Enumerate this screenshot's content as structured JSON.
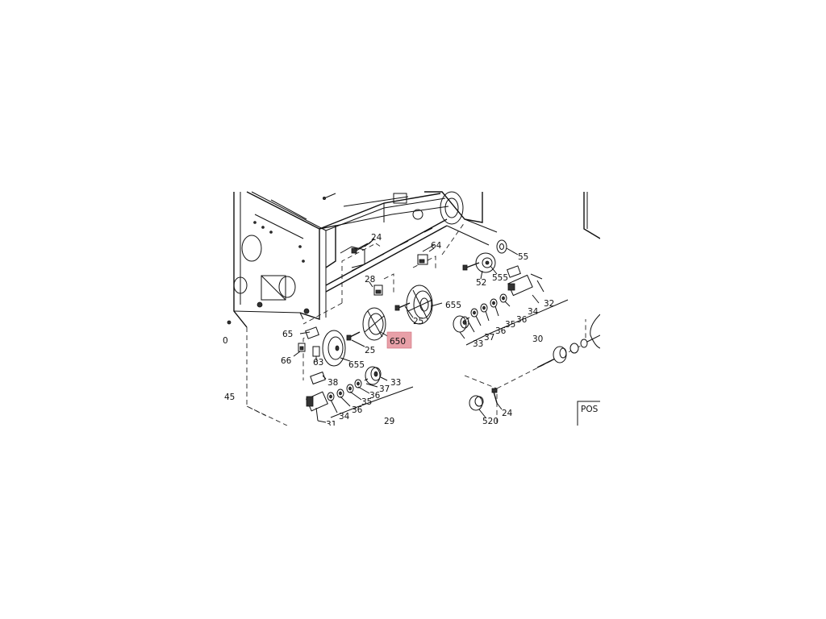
{
  "labels": {
    "l24a": "24",
    "l64": "64",
    "l55": "55",
    "l28": "28",
    "l555": "555",
    "l52": "52",
    "l32": "32",
    "l655a": "655",
    "l25a": "25",
    "l34a": "34",
    "l36a": "36",
    "l35a": "35",
    "l36b": "36",
    "l37a": "37",
    "l33a": "33",
    "l30": "30",
    "l65": "65",
    "l650": "650",
    "l25b": "25",
    "l66": "66",
    "l63": "63",
    "l655b": "655",
    "l38": "38",
    "l33b": "33",
    "l37b": "37",
    "l36c": "36",
    "l35b": "35",
    "l36d": "36",
    "l34b": "34",
    "l29": "29",
    "l31": "31",
    "l45": "45",
    "l520": "520",
    "l24b": "24",
    "l0": "0"
  },
  "pos_box": {
    "text": "POS"
  },
  "highlight": {
    "part": "650",
    "color": "#e8a0a8"
  }
}
